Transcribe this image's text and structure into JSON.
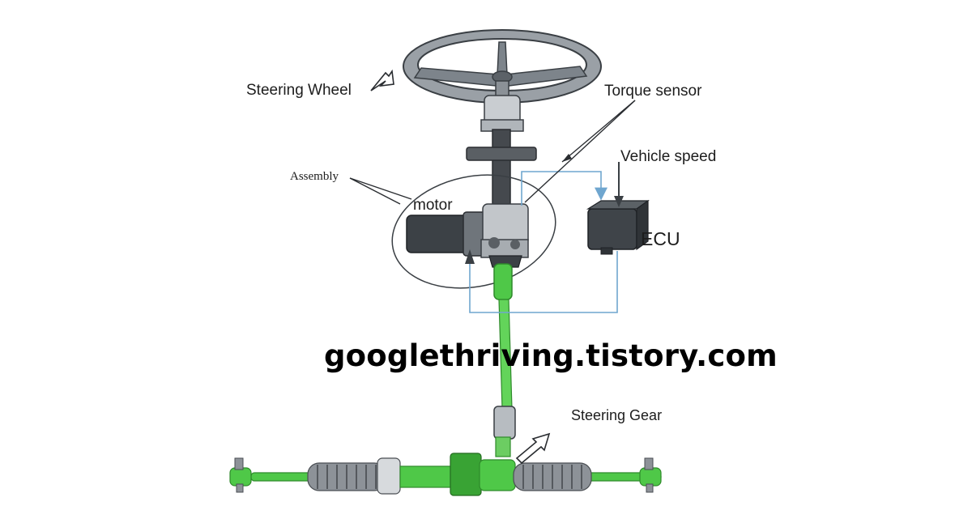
{
  "labels": {
    "steering_wheel": "Steering Wheel",
    "torque_sensor": "Torque sensor",
    "vehicle_speed": "Vehicle speed",
    "ecu": "ECU",
    "assembly": "Assembly",
    "motor": "motor",
    "steering_gear": "Steering Gear"
  },
  "watermark": "googlethriving.tistory.com",
  "colors": {
    "signal_line": "#6fa6cf",
    "shaft_green": "#5fcf55",
    "metal_grey": "#9a9ea4",
    "dark_part": "#3a3f44",
    "label_text": "#1d1d1d"
  }
}
